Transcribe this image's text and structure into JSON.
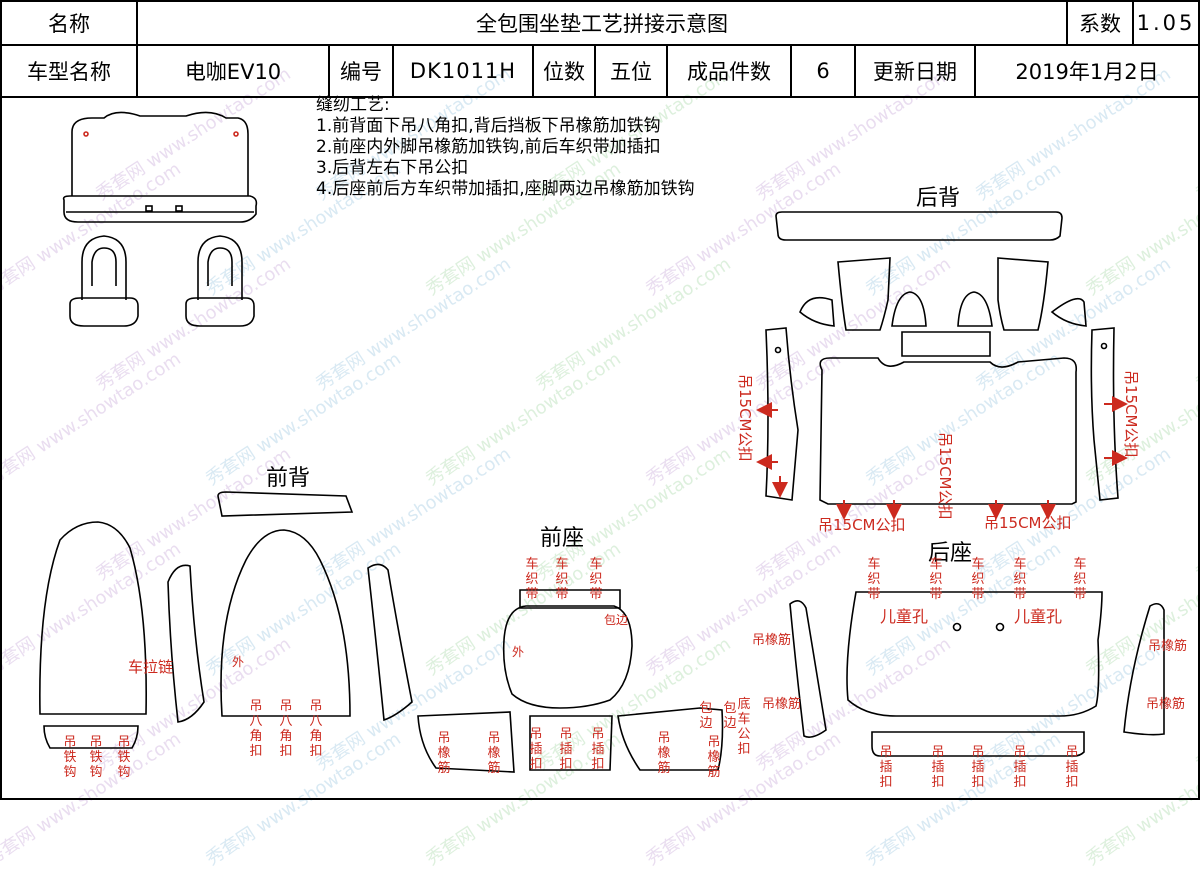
{
  "header": {
    "name_label": "名称",
    "title": "全包围坐垫工艺拼接示意图",
    "coef_label": "系数",
    "coef_value": "1.05",
    "model_label": "车型名称",
    "model_value": "电咖EV10",
    "code_label": "编号",
    "code_value": "DK1011H",
    "seats_label": "位数",
    "seats_value": "五位",
    "pieces_label": "成品件数",
    "pieces_value": "6",
    "date_label": "更新日期",
    "date_value": "2019年1月2日"
  },
  "process": {
    "title": "缝纫工艺:",
    "steps": [
      "1.前背面下吊八角扣,背后挡板下吊橡筋加铁钩",
      "2.前座内外脚吊橡筋加铁钩,前后车织带加插扣",
      "3.后背左右下吊公扣",
      "4.后座前后方车织带加插扣,座脚两边吊橡筋加铁钩"
    ]
  },
  "sections": {
    "rear_back": "后背",
    "front_back": "前背",
    "front_seat": "前座",
    "rear_seat": "后座"
  },
  "annotations": {
    "rear_back_left": "吊15CM公扣",
    "rear_back_right": "吊15CM公扣",
    "rear_back_center": "吊15CM公扣",
    "rear_back_bottom_left": "吊15CM公扣",
    "rear_back_bottom_right": "吊15CM公扣",
    "zipper": "车拉链",
    "outer": "外",
    "iron_hook": "吊铁钩",
    "octagon_buckle": "吊八角扣",
    "webbing": "车织带",
    "wrap_edge": "包边",
    "elastic": "吊橡筋",
    "insert_buckle": "吊插扣",
    "bottom_buckle": "底车公扣",
    "child_hole": "儿童孔"
  },
  "watermark": {
    "text_cn": "秀套网",
    "text_url": "www.showtao.com"
  },
  "colors": {
    "line": "#000000",
    "annotation": "#cc2a1f"
  }
}
